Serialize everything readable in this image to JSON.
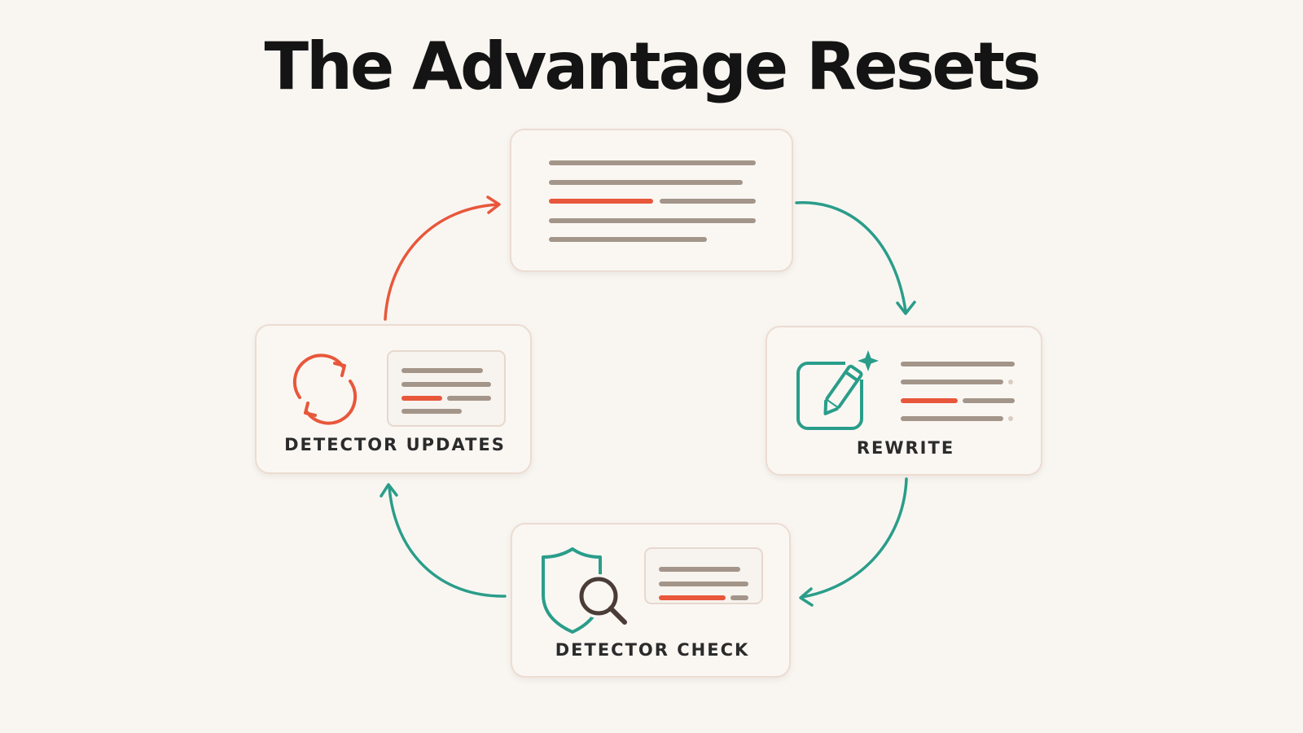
{
  "title": "The Advantage Resets",
  "colors": {
    "background": "#f9f6f2",
    "accent_orange": "#e8573b",
    "accent_teal": "#2a9d8a",
    "text_line": "#a39589"
  },
  "nodes": {
    "document": {
      "icon": "text-document"
    },
    "rewrite": {
      "label": "REWRITE",
      "icon": "edit-sparkle-icon"
    },
    "detector_check": {
      "label": "DETECTOR CHECK",
      "icon": "shield-search-icon"
    },
    "detector_updates": {
      "label": "DETECTOR UPDATES",
      "icon": "refresh-icon"
    }
  },
  "edges": [
    {
      "from": "document",
      "to": "rewrite",
      "color": "#2a9d8a"
    },
    {
      "from": "rewrite",
      "to": "detector_check",
      "color": "#2a9d8a"
    },
    {
      "from": "detector_check",
      "to": "detector_updates",
      "color": "#2a9d8a"
    },
    {
      "from": "detector_updates",
      "to": "document",
      "color": "#e8573b"
    }
  ]
}
